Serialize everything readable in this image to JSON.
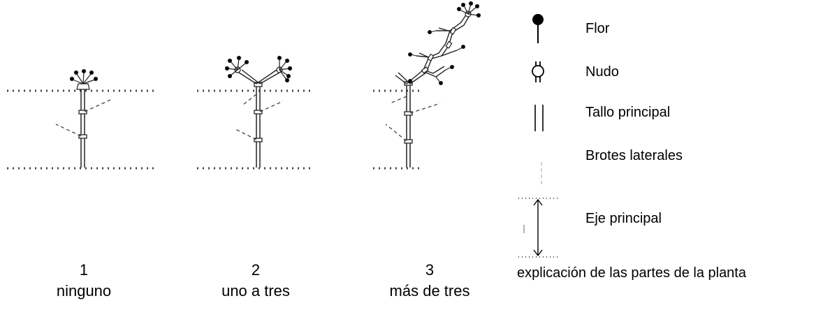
{
  "panels": [
    {
      "number": "1",
      "label": "ninguno"
    },
    {
      "number": "2",
      "label": "uno a tres"
    },
    {
      "number": "3",
      "label": "más de tres"
    }
  ],
  "legend": {
    "flower": "Flor",
    "node": "Nudo",
    "main_stem": "Tallo principal",
    "side_shoots": "Brotes laterales",
    "main_axis": "Eje principal"
  },
  "explanation": "explicación de las partes de la planta"
}
